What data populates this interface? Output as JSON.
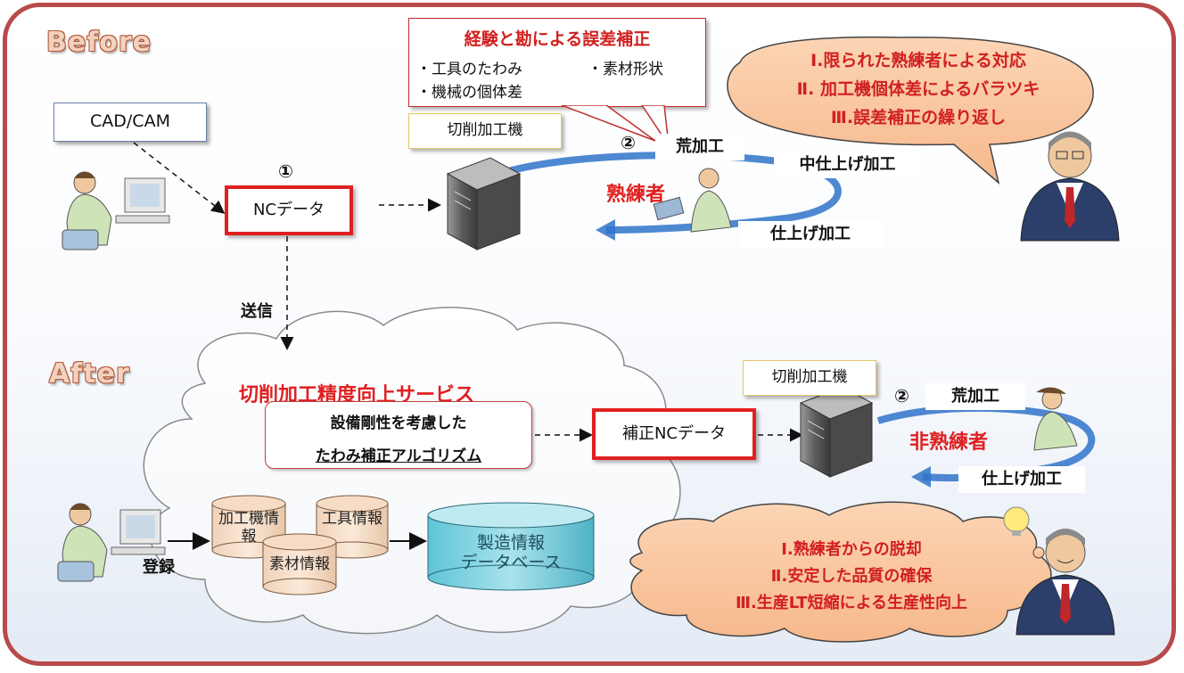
{
  "before": {
    "label": "Before",
    "cadcam": "CAD/CAM",
    "step1": "①",
    "nc_data": "NCデータ",
    "machine_label": "切削加工機",
    "error_box": {
      "title": "経験と勘による誤差補正",
      "item1": "・工具のたわみ",
      "item2": "・素材形状",
      "item3": "・機械の個体差"
    },
    "step2": "②",
    "rough": "荒加工",
    "semi_finish": "中仕上げ加工",
    "finish": "仕上げ加工",
    "expert": "熟練者",
    "issues": {
      "line1": "Ⅰ.限られた熟練者による対応",
      "line2": "Ⅱ. 加工機個体差によるバラツキ",
      "line3": "Ⅲ.誤差補正の繰り返し"
    }
  },
  "transfer": "送信",
  "after": {
    "label": "After",
    "service_title": "切削加工精度向上サービス",
    "algorithm_line1": "設備剛性を考慮した",
    "algorithm_line2": "たわみ補正アルゴリズム",
    "corrected_nc": "補正NCデータ",
    "machine_label": "切削加工機",
    "step2": "②",
    "rough": "荒加工",
    "finish": "仕上げ加工",
    "non_expert": "非熟練者",
    "register": "登録",
    "cyl_machine": "加工機情報",
    "cyl_tool": "工具情報",
    "cyl_material": "素材情報",
    "database_line1": "製造情報",
    "database_line2": "データベース",
    "benefits": {
      "line1": "Ⅰ.熟練者からの脱却",
      "line2": "Ⅱ.安定した品質の確保",
      "line3": "Ⅲ.生産LT短縮による生産性向上"
    }
  }
}
